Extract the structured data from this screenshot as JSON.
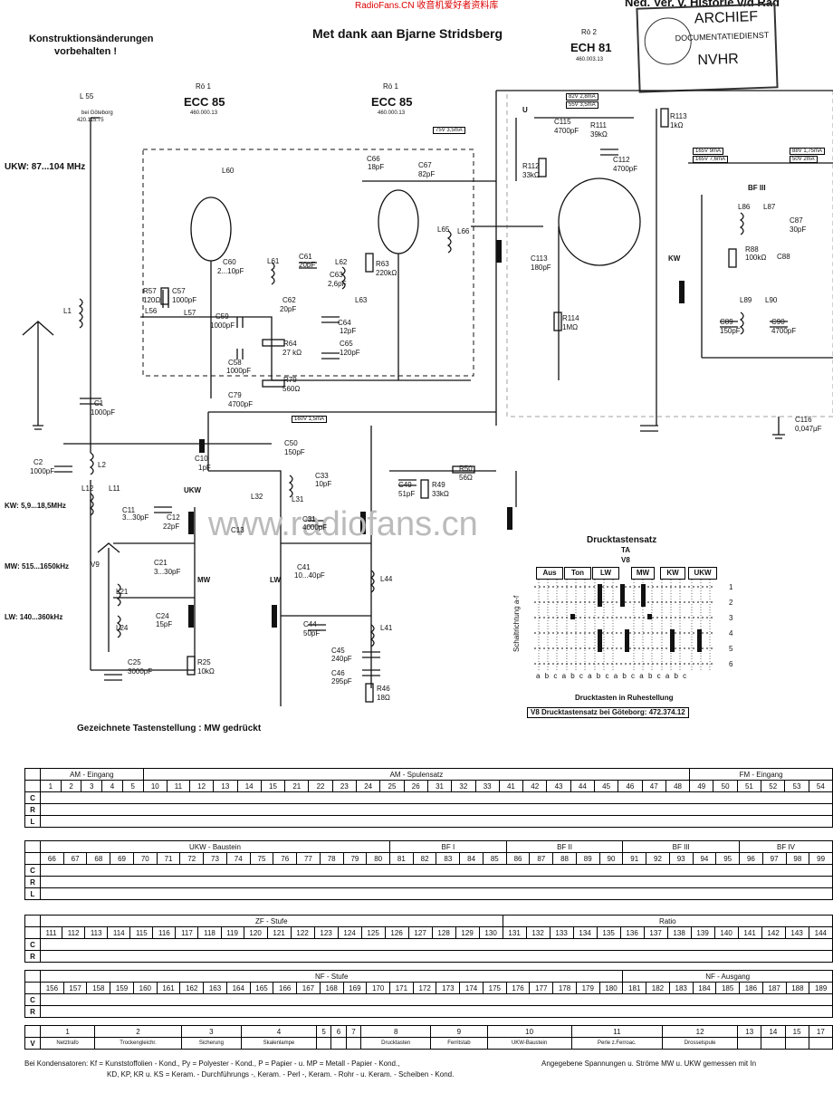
{
  "header": {
    "watermark": "RadioFans.CN 收音机爱好者资料库",
    "top_right": "Ned. Ver. v. Historie v/d Rad",
    "left_note_1": "Konstruktionsänderungen",
    "left_note_2": "vorbehalten !",
    "thanks": "Met dank aan Bjarne Stridsberg"
  },
  "stamp": {
    "line1": "ARCHIEF",
    "line2": "DOCUMENTATIEDIENST",
    "line3": "NVHR"
  },
  "tubes": [
    {
      "ref": "Rö 1",
      "type": "ECC 85",
      "code": "460.000.13"
    },
    {
      "ref": "Rö 1",
      "type": "ECC 85",
      "code": "460.000.13"
    },
    {
      "ref": "Rö 2",
      "type": "ECH 81",
      "code": "460.003.13"
    }
  ],
  "labels": {
    "ukw": "UKW: 87...104 MHz",
    "kw": "KW: 5,9...18,5MHz",
    "mw": "MW: 515...1650kHz",
    "lw": "LW: 140...360kHz",
    "l55": "L 55",
    "goteborg": "bei Göteborg",
    "goteborg_code": "420.115.75",
    "drawn": "Gezeichnete Tastenstellung : MW gedrückt",
    "watermark2": "www.radiofans.cn"
  },
  "components": [
    "L60",
    "C60",
    "2...10pF",
    "L61",
    "C61",
    "20pF",
    "L62",
    "C62",
    "20pF",
    "C63",
    "2,6pF",
    "L63",
    "C64",
    "12pF",
    "C65",
    "120pF",
    "R63",
    "220kΩ",
    "R64",
    "27 kΩ",
    "R79",
    "560Ω",
    "C79",
    "4700pF",
    "C58",
    "1000pF",
    "C59",
    "1000pF",
    "R57",
    "120Ω",
    "C57",
    "1000pF",
    "L56",
    "L57",
    "C66",
    "18pF",
    "C67",
    "82pF",
    "L65",
    "L66",
    "C113",
    "180pF",
    "R114",
    "1MΩ",
    "R112",
    "33kΩ",
    "C115",
    "4700pF",
    "R111",
    "39kΩ",
    "C112",
    "4700pF",
    "R113",
    "1kΩ",
    "L1",
    "C1",
    "1000pF",
    "C2",
    "1000pF",
    "L2",
    "L12",
    "L11",
    "C11",
    "3...30pF",
    "C12",
    "22pF",
    "C13",
    "V9",
    "C21",
    "3...30pF",
    "L21",
    "C24",
    "15pF",
    "L24",
    "C25",
    "3000pF",
    "R25",
    "10kΩ",
    "C10",
    "1pF",
    "C50",
    "150pF",
    "L32",
    "C33",
    "10pF",
    "L31",
    "C31",
    "4000pF",
    "C49",
    "51pF",
    "R49",
    "33kΩ",
    "R50",
    "56Ω",
    "C41",
    "10...40pF",
    "L44",
    "C44",
    "50pF",
    "L41",
    "C45",
    "240pF",
    "C46",
    "295pF",
    "R46",
    "18Ω",
    "BF III",
    "L86",
    "L87",
    "C87",
    "30pF",
    "R88",
    "100kΩ",
    "C88",
    "L89",
    "L90",
    "C89",
    "150pF",
    "C90",
    "4700pF",
    "C116",
    "0,047μF",
    "KW",
    "MW",
    "LW",
    "UKW",
    "U"
  ],
  "voltage_tags": [
    "75V 3,5mA",
    "160V 1,5mA",
    "82V 2,8mA",
    "55V 3,5mA",
    "165V 9mA",
    "165V 7,6mA",
    "88V 1,75mA",
    "50V 2mA"
  ],
  "keyset": {
    "title": "Drucktastensatz",
    "ta": "TA",
    "v8": "V8",
    "buttons": [
      "Aus",
      "Ton",
      "LW",
      "MW",
      "KW",
      "UKW"
    ],
    "row_numbers": [
      "1",
      "2",
      "3",
      "4",
      "5",
      "6"
    ],
    "axis_label": "Schaltrichtung a-f",
    "col_letters": "a b c a b c a b c a b c a b c a b c",
    "caption": "Drucktasten in Ruhestellung",
    "note": "V8 Drucktastensatz bei Göteborg: 472.374.12"
  },
  "parts_tables": [
    {
      "groups": [
        "AM - Eingang",
        "AM - Spulensatz",
        "FM - Eingang"
      ],
      "numbers": [
        "1",
        "2",
        "3",
        "4",
        "5",
        "10",
        "11",
        "12",
        "13",
        "14",
        "15",
        "21",
        "22",
        "23",
        "24",
        "25",
        "26",
        "31",
        "32",
        "33",
        "41",
        "42",
        "43",
        "44",
        "45",
        "46",
        "47",
        "48",
        "49",
        "50",
        "51",
        "52",
        "53",
        "54"
      ],
      "rows": [
        "C",
        "R",
        "L"
      ]
    },
    {
      "groups": [
        "UKW - Baustein",
        "BF I",
        "BF II",
        "BF III",
        "BF IV"
      ],
      "numbers": [
        "66",
        "67",
        "68",
        "69",
        "70",
        "71",
        "72",
        "73",
        "74",
        "75",
        "76",
        "77",
        "78",
        "79",
        "80",
        "81",
        "82",
        "83",
        "84",
        "85",
        "86",
        "87",
        "88",
        "89",
        "90",
        "91",
        "92",
        "93",
        "94",
        "95",
        "96",
        "97",
        "98",
        "99"
      ],
      "rows": [
        "C",
        "R",
        "L"
      ]
    },
    {
      "groups": [
        "ZF - Stufe",
        "Ratio"
      ],
      "numbers": [
        "111",
        "112",
        "113",
        "114",
        "115",
        "116",
        "117",
        "118",
        "119",
        "120",
        "121",
        "122",
        "123",
        "124",
        "125",
        "126",
        "127",
        "128",
        "129",
        "130",
        "131",
        "132",
        "133",
        "134",
        "135",
        "136",
        "137",
        "138",
        "139",
        "140",
        "141",
        "142",
        "143",
        "144"
      ],
      "rows": [
        "C",
        "R"
      ]
    },
    {
      "groups": [
        "NF - Stufe",
        "NF - Ausgang"
      ],
      "numbers": [
        "156",
        "157",
        "158",
        "159",
        "160",
        "161",
        "162",
        "163",
        "164",
        "165",
        "166",
        "167",
        "168",
        "169",
        "170",
        "171",
        "172",
        "173",
        "174",
        "175",
        "176",
        "177",
        "178",
        "179",
        "180",
        "181",
        "182",
        "183",
        "184",
        "185",
        "186",
        "187",
        "188",
        "189"
      ],
      "rows": [
        "C",
        "R"
      ]
    },
    {
      "groups": [],
      "numbers": [
        "1",
        "2",
        "3",
        "4",
        "5",
        "6",
        "7",
        "8",
        "9",
        "10",
        "11",
        "12",
        "13",
        "14",
        "15",
        "17"
      ],
      "rows": [
        "V"
      ],
      "v_row": [
        "Netztrafo",
        "Trockengleichr.",
        "Sicherung",
        "Skalenlampe",
        "",
        "",
        "",
        "Drucktasten",
        "Ferritstab",
        "UKW-Baustein",
        "Perle z.Ferroac.",
        "Drosselspule",
        "",
        "",
        "",
        ""
      ]
    }
  ],
  "footer": {
    "line1": "Bei Kondensatoren: Kf = Kunststoffolien - Kond., Py = Polyester - Kond., P = Papier - u. MP = Metall - Papier - Kond.,",
    "line2": "KD, KP, KR u. KS = Keram. - Durchführungs -, Keram. - Perl -, Keram. - Rohr - u. Keram. - Scheiben - Kond.",
    "right": "Angegebene Spannungen u. Ströme MW u. UKW gemessen mit In"
  }
}
